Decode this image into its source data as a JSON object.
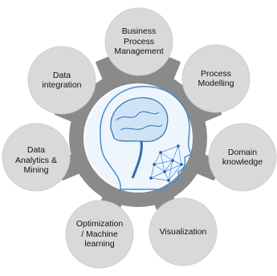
{
  "diagram": {
    "center": {
      "image": "brain-network-head",
      "gear_color": "#8a8a8a"
    },
    "nodes": [
      {
        "id": "bpm",
        "label": "Business\nProcess\nManagement"
      },
      {
        "id": "process-modelling",
        "label": "Process\nModelling"
      },
      {
        "id": "domain-knowledge",
        "label": "Domain\nknowledge"
      },
      {
        "id": "visualization",
        "label": "Visualization"
      },
      {
        "id": "optimization-ml",
        "label": "Optimization\n/ Machine\nlearning"
      },
      {
        "id": "data-analytics",
        "label": "Data\nAnalytics &\nMining"
      },
      {
        "id": "data-integration",
        "label": "Data\nintegration"
      }
    ],
    "colors": {
      "circle": "#d9d9d9",
      "circle_stroke": "#cfcfcf",
      "gear": "#8a8a8a",
      "text": "#111111",
      "head": "#3f8fd6"
    }
  }
}
